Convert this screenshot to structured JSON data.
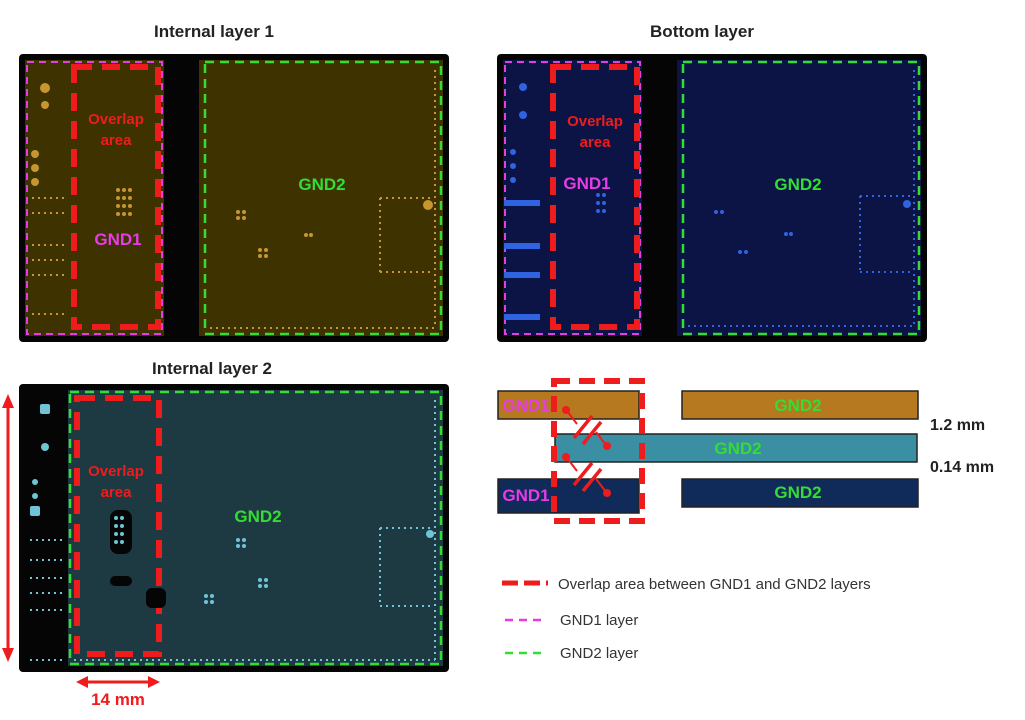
{
  "titles": {
    "internal1": "Internal layer 1",
    "bottom": "Bottom layer",
    "internal2": "Internal layer 2"
  },
  "labels": {
    "overlap_line1": "Overlap",
    "overlap_line2": "area",
    "gnd1": "GND1",
    "gnd2": "GND2"
  },
  "dimensions": {
    "width": "14 mm",
    "gap_top": "1.2 mm",
    "gap_bottom": "0.14 mm"
  },
  "legend": {
    "overlap": "Overlap area between GND1 and GND2 layers",
    "gnd1": "GND1 layer",
    "gnd2": "GND2 layer"
  },
  "colors": {
    "overlap": "#ee1c1c",
    "gnd1": "#e63ce6",
    "gnd2": "#33dd33",
    "layer1_fill": "#3e3300",
    "bottom_fill": "#0c1446",
    "layer2_fill": "#1d3a42",
    "bar_gnd1_top": "#b7791f",
    "bar_gnd2_mid": "#3a8fa3",
    "bar_gnd2_bot": "#102a5a"
  }
}
